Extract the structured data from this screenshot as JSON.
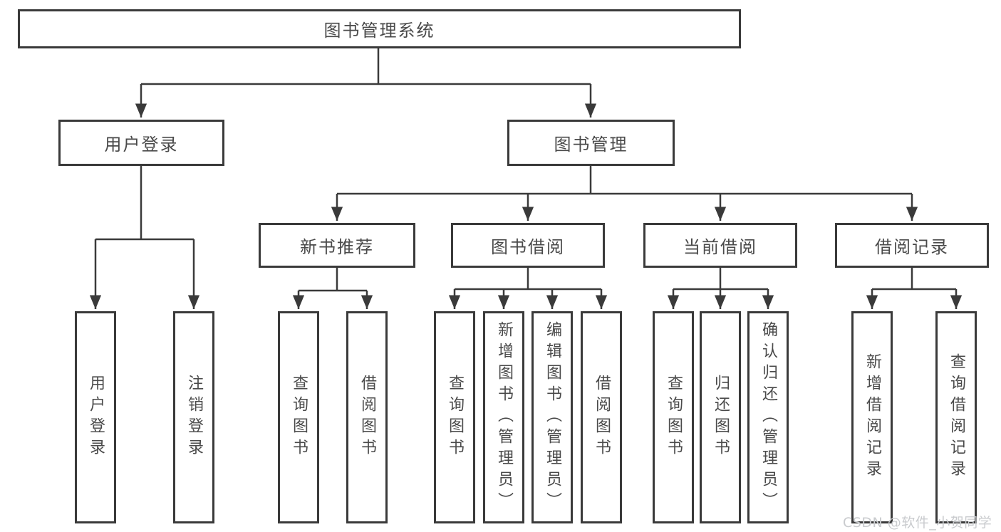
{
  "diagram_title": "图书管理系统",
  "tree": {
    "root": {
      "label": "图书管理系统",
      "children": [
        {
          "label": "用户登录",
          "children": [
            {
              "label": "用户登录"
            },
            {
              "label": "注销登录"
            }
          ]
        },
        {
          "label": "图书管理",
          "children": [
            {
              "label": "新书推荐",
              "children": [
                {
                  "label": "查询图书"
                },
                {
                  "label": "借阅图书"
                }
              ]
            },
            {
              "label": "图书借阅",
              "children": [
                {
                  "label": "查询图书"
                },
                {
                  "label": "新增图书（管理员）"
                },
                {
                  "label": "编辑图书（管理员）"
                },
                {
                  "label": "借阅图书"
                }
              ]
            },
            {
              "label": "当前借阅",
              "children": [
                {
                  "label": "查询图书"
                },
                {
                  "label": "归还图书"
                },
                {
                  "label": "确认归还（管理员）"
                }
              ]
            },
            {
              "label": "借阅记录",
              "children": [
                {
                  "label": "新增借阅记录"
                },
                {
                  "label": "查询借阅记录"
                }
              ]
            }
          ]
        }
      ]
    }
  },
  "watermark": "CSDN @软件_小贺同学",
  "colors": {
    "line": "#3a3a3a",
    "text": "#4a4a4a",
    "background": "#ffffff",
    "watermark": "#c9cbce"
  }
}
